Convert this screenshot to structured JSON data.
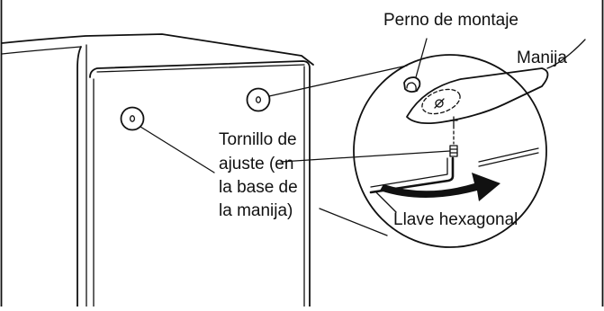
{
  "labels": {
    "mounting_bolt": "Perno de montaje",
    "handle": "Manija",
    "set_screw_lines": [
      "Tornillo de",
      "ajuste (en",
      "la base de",
      "la manija)"
    ],
    "hex_key": "Llave hexagonal"
  }
}
